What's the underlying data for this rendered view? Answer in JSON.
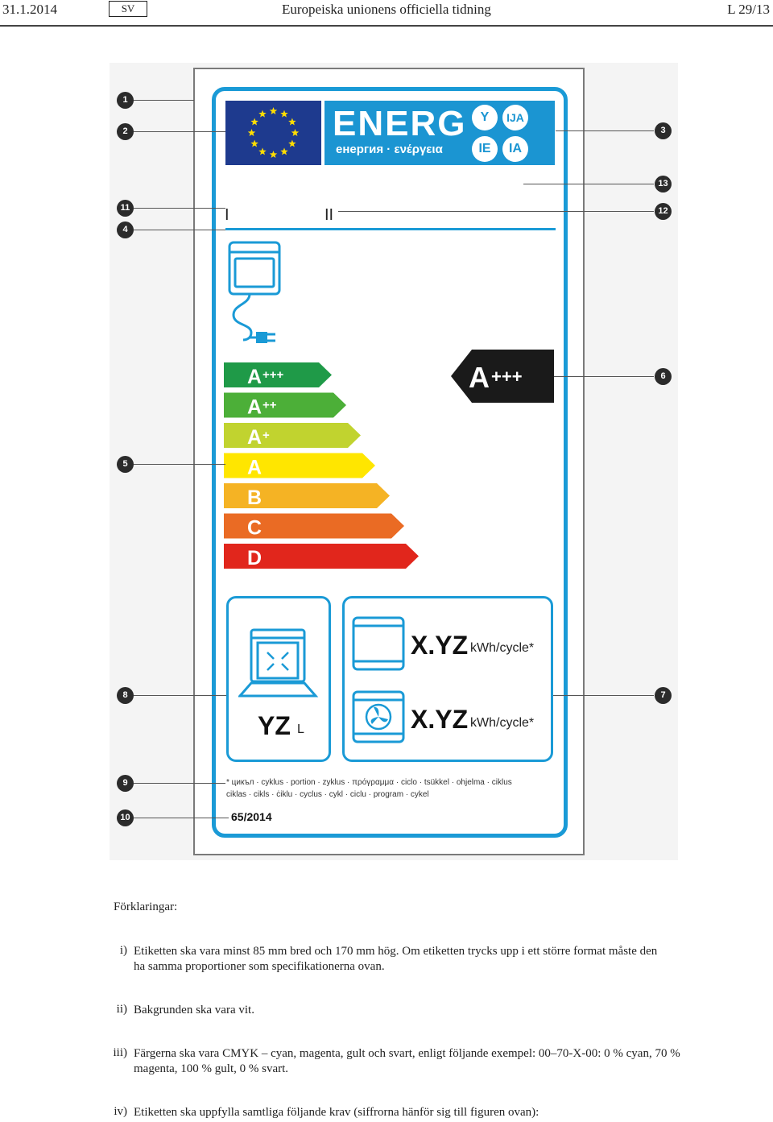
{
  "header": {
    "date": "31.1.2014",
    "language": "SV",
    "journal_title": "Europeiska unionens officiella tidning",
    "page_ref": "L  29/13"
  },
  "label": {
    "energy_word": "ENERG",
    "energy_subtitle": "енергия · ενέργεια",
    "language_circles": [
      "Y",
      "IJA",
      "IE",
      "IA"
    ],
    "supplier_mark": "I",
    "model_mark": "II",
    "scale_classes": [
      {
        "label": "A",
        "sup": "+++",
        "color": "#1f9a48"
      },
      {
        "label": "A",
        "sup": "++",
        "color": "#4caf38"
      },
      {
        "label": "A",
        "sup": "+",
        "color": "#c1d32f"
      },
      {
        "label": "A",
        "sup": "",
        "color": "#ffe600"
      },
      {
        "label": "B",
        "sup": "",
        "color": "#f5b324"
      },
      {
        "label": "C",
        "sup": "",
        "color": "#ea6b24"
      },
      {
        "label": "D",
        "sup": "",
        "color": "#e1261c"
      }
    ],
    "current_class": {
      "label": "A",
      "sup": "+++"
    },
    "volume_value": "YZ",
    "volume_unit": "L",
    "energy_conventional": "X.YZ",
    "energy_fan": "X.YZ",
    "energy_unit": "kWh/cycle*",
    "footnote_line1": "* цикъл · cyklus · portion · zyklus · πρόγραμμα · ciclo · tsükkel · ohjelma · ciklus",
    "footnote_line2": "ciklas · cikls · ċiklu · cyclus · cykl · ciclu · program · cykel",
    "regulation": "65/2014",
    "accent_color": "#1a9ad6"
  },
  "markers": [
    "1",
    "2",
    "3",
    "13",
    "11",
    "12",
    "4",
    "6",
    "5",
    "8",
    "7",
    "9",
    "10"
  ],
  "legend": {
    "heading": "Förklaringar:",
    "items": [
      {
        "num": "i)",
        "line1": "Etiketten ska vara minst 85 mm bred och 170 mm hög. Om etiketten trycks upp i ett större format måste den",
        "line2": "ha samma proportioner som specifikationerna ovan."
      },
      {
        "num": "ii)",
        "line1": "Bakgrunden ska vara vit.",
        "line2": ""
      },
      {
        "num": "iii)",
        "line1": "Färgerna ska vara CMYK – cyan, magenta, gult och svart, enligt följande exempel: 00–70-X-00: 0 % cyan, 70 %",
        "line2": "magenta, 100 % gult, 0 % svart."
      },
      {
        "num": "iv)",
        "line1": "Etiketten ska uppfylla samtliga följande krav (siffrorna hänför sig till figuren ovan):",
        "line2": ""
      }
    ]
  }
}
